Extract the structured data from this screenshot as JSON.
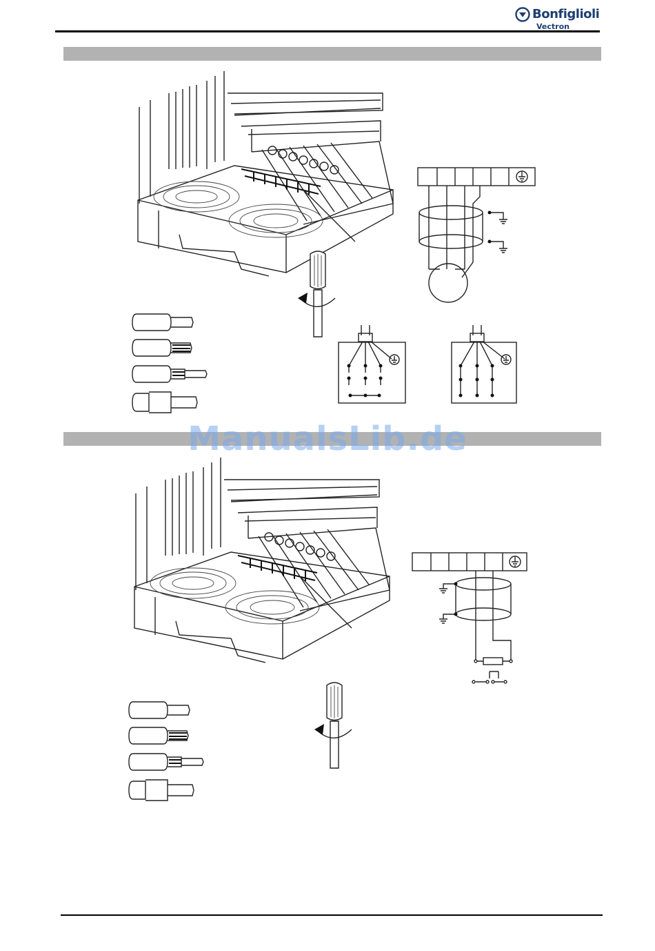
{
  "header": {
    "brand": "Bonfiglioli",
    "brand_sub": "Vectron"
  },
  "watermark": "ManualsLib.de",
  "colors": {
    "brand": "#1d3f73",
    "section_bar": "#b2b2b2",
    "watermark": "#78aaeb"
  },
  "icons": {
    "logo": "bonfiglioli-logo-icon",
    "ground": "ground-symbol-icon",
    "protective_earth": "protective-earth-icon",
    "screwdriver": "screwdriver-icon",
    "motor": "motor-circle-icon",
    "resistor": "brake-resistor-icon"
  }
}
